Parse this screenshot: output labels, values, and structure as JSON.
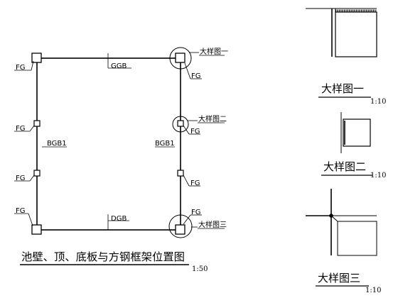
{
  "main_plan": {
    "labels": {
      "top_beam": "GGB",
      "bottom_beam": "DGB",
      "left_wall": "BGB1",
      "right_wall": "BGB1",
      "frame_tag": "FG"
    },
    "callouts": {
      "detail1": "大样图一",
      "detail2": "大样图二",
      "detail3": "大样图三"
    },
    "title": "池壁、顶、底板与方钢框架位置图",
    "scale": "1:50"
  },
  "details": {
    "detail1": {
      "title": "大样图一",
      "scale": "1:10"
    },
    "detail2": {
      "title": "大样图二",
      "scale": "1:10"
    },
    "detail3": {
      "title": "大样图三",
      "scale": "1:10"
    }
  }
}
